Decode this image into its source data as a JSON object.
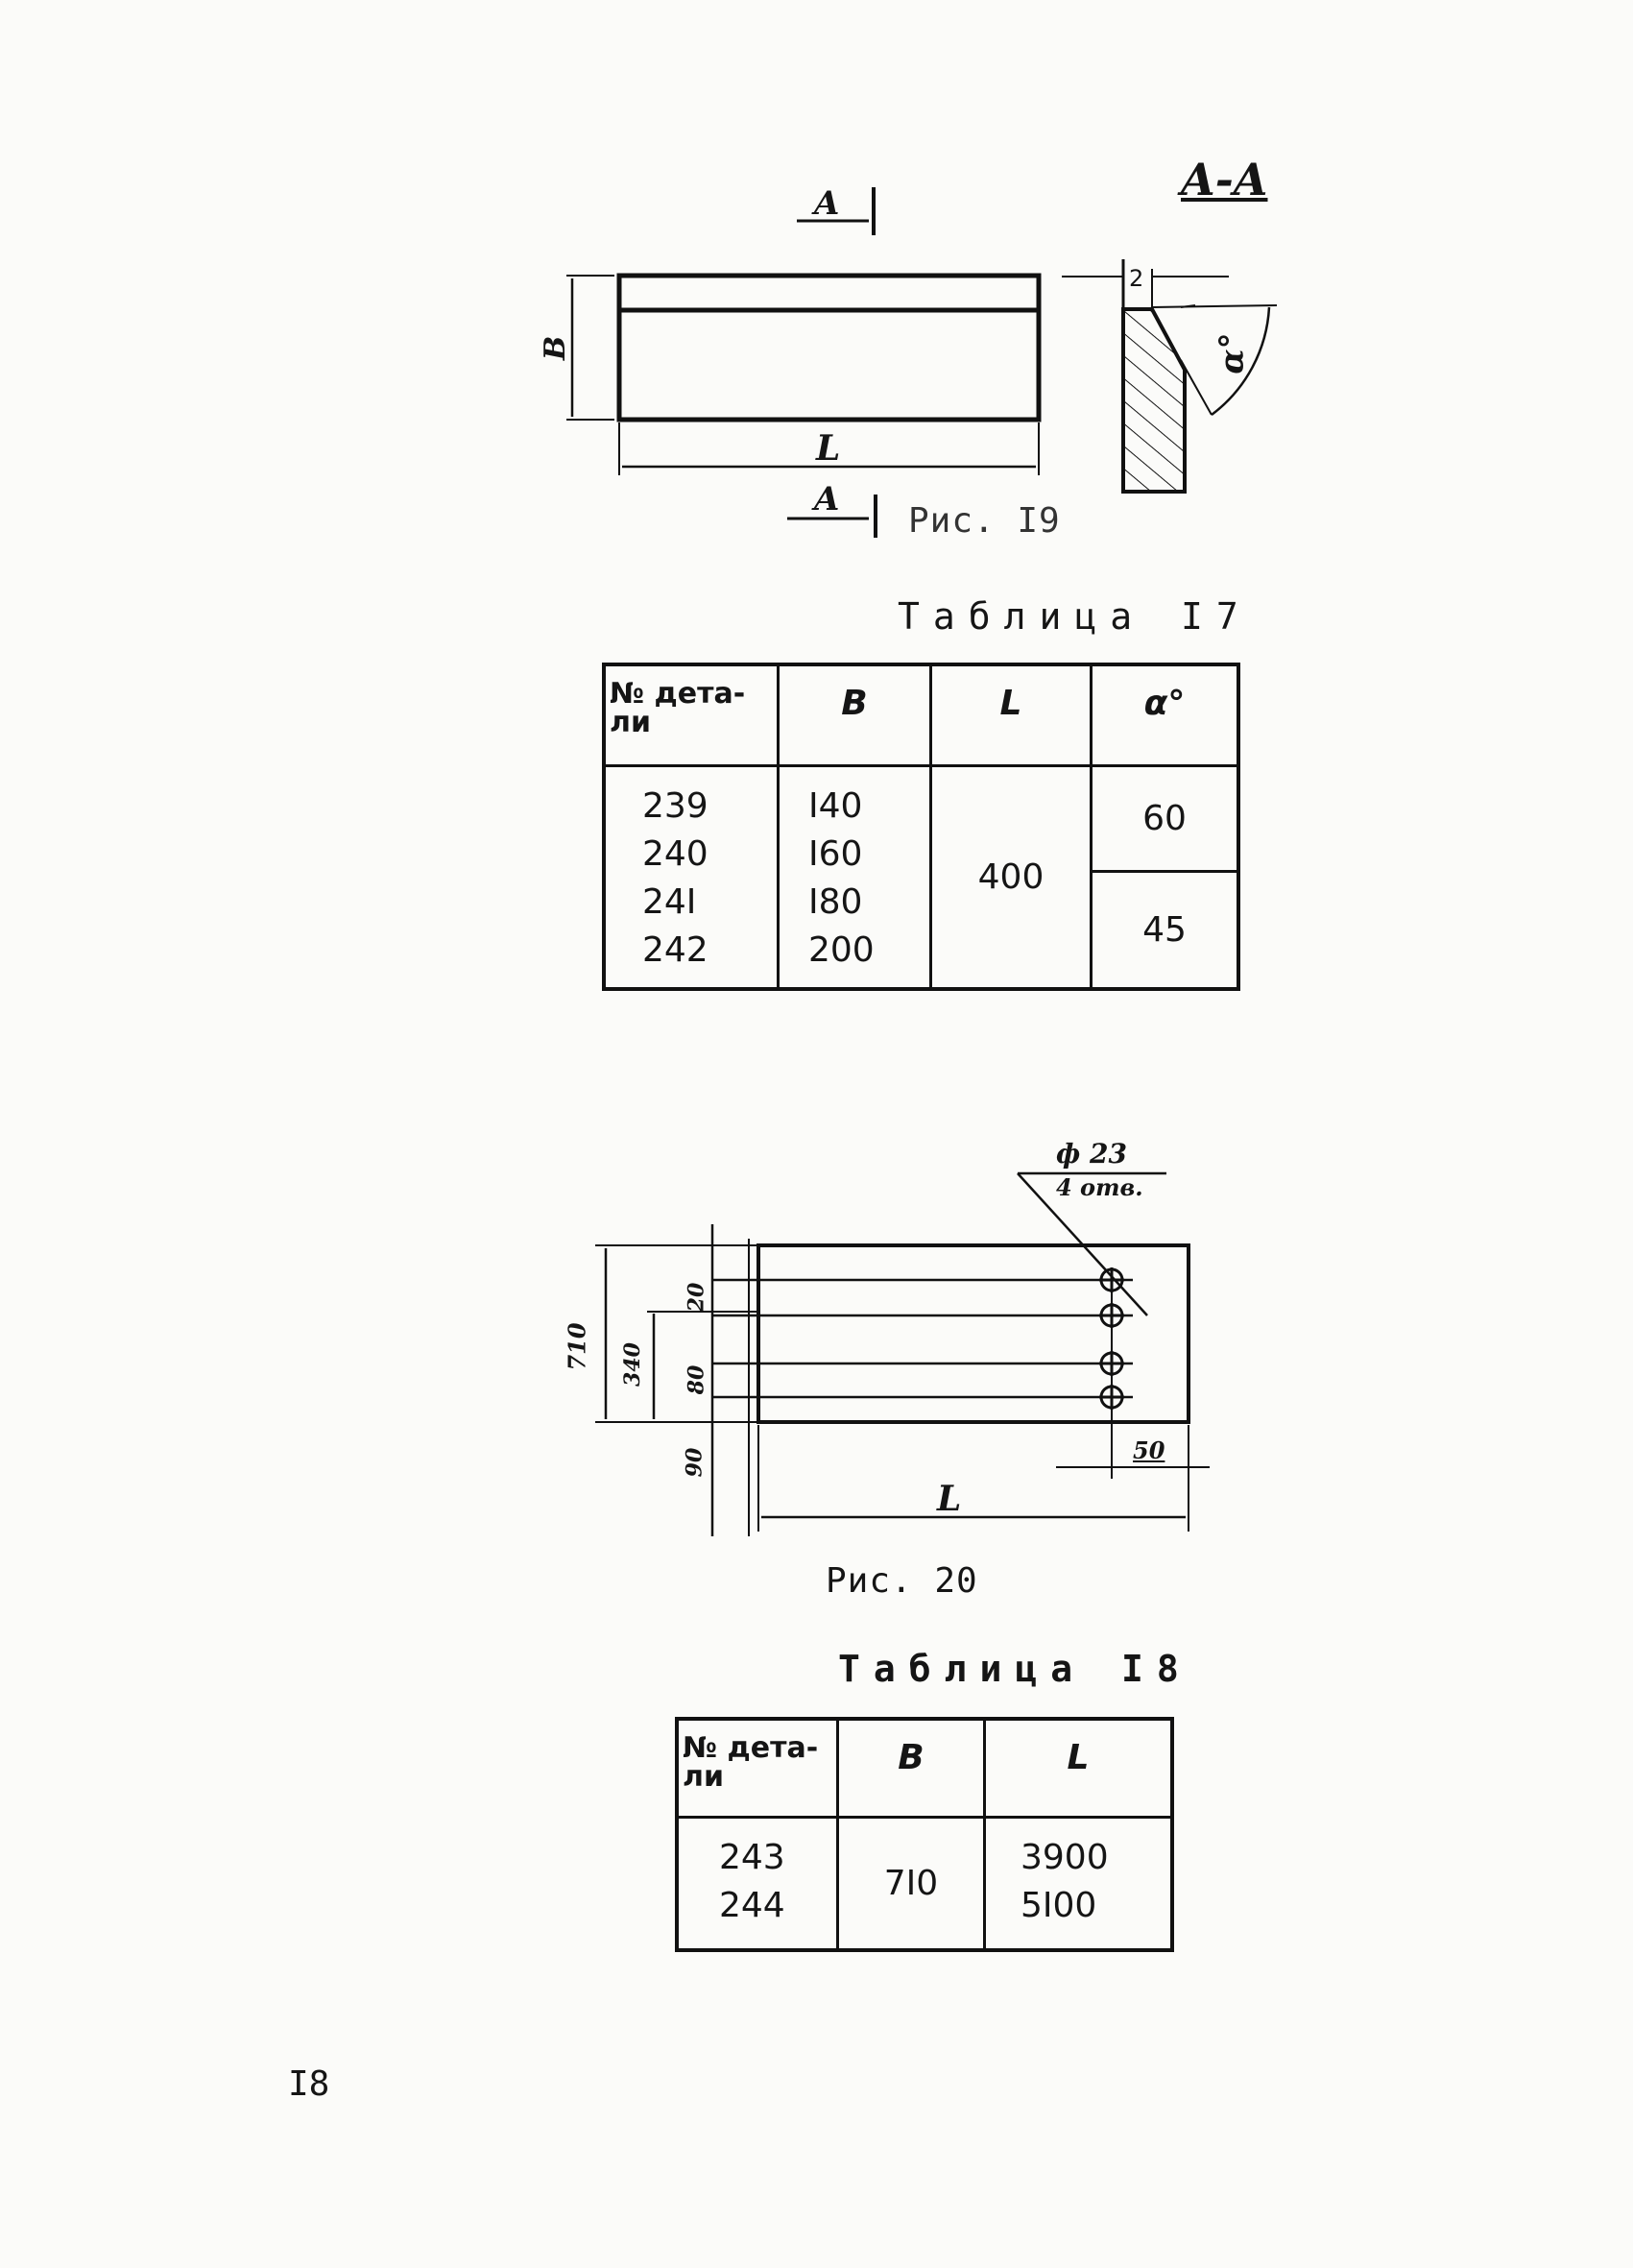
{
  "page_number": "I8",
  "figure19": {
    "section_marker": "A",
    "section_title": "A-A",
    "dim_height": "B",
    "dim_length": "L",
    "dim_chamfer": "2",
    "angle_label": "α°",
    "caption": "Рис. I9"
  },
  "table17": {
    "title": "Таблица I7",
    "headers": [
      "№ дета-\nли",
      "B",
      "L",
      "α°"
    ],
    "parts": [
      "239",
      "240",
      "24I",
      "242"
    ],
    "b_values": [
      "I40",
      "I60",
      "I80",
      "200"
    ],
    "l_value": "400",
    "angles": [
      "60",
      "45"
    ]
  },
  "figure20": {
    "hole_label": "ф 23",
    "hole_count": "4 отв.",
    "dim_total": "710",
    "dim_inner": "340",
    "dim_top": "20",
    "dim_mid": "80",
    "dim_bottom": "90",
    "dim_edge": "50",
    "dim_length": "L",
    "caption": "Рис. 20"
  },
  "table18": {
    "title": "Таблица I8",
    "headers": [
      "№ дета-\nли",
      "B",
      "L"
    ],
    "parts": [
      "243",
      "244"
    ],
    "b_value": "7I0",
    "l_values": [
      "3900",
      "5I00"
    ]
  }
}
